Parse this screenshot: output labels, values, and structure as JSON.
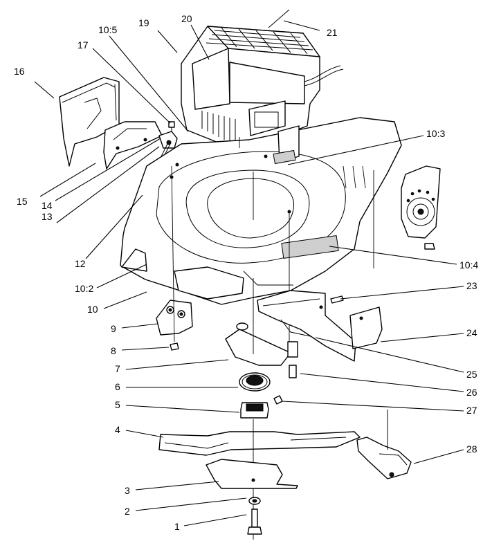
{
  "callouts": [
    {
      "id": "1",
      "label": "1"
    },
    {
      "id": "2",
      "label": "2"
    },
    {
      "id": "3",
      "label": "3"
    },
    {
      "id": "4",
      "label": "4"
    },
    {
      "id": "5",
      "label": "5"
    },
    {
      "id": "6",
      "label": "6"
    },
    {
      "id": "7",
      "label": "7"
    },
    {
      "id": "8",
      "label": "8"
    },
    {
      "id": "9",
      "label": "9"
    },
    {
      "id": "10",
      "label": "10"
    },
    {
      "id": "10-2",
      "label": "10:2"
    },
    {
      "id": "10-3",
      "label": "10:3"
    },
    {
      "id": "10-4",
      "label": "10:4"
    },
    {
      "id": "10-5",
      "label": "10:5"
    },
    {
      "id": "12",
      "label": "12"
    },
    {
      "id": "13",
      "label": "13"
    },
    {
      "id": "14",
      "label": "14"
    },
    {
      "id": "15",
      "label": "15"
    },
    {
      "id": "16",
      "label": "16"
    },
    {
      "id": "17",
      "label": "17"
    },
    {
      "id": "19",
      "label": "19"
    },
    {
      "id": "20",
      "label": "20"
    },
    {
      "id": "21",
      "label": "21"
    },
    {
      "id": "23",
      "label": "23"
    },
    {
      "id": "24",
      "label": "24"
    },
    {
      "id": "25",
      "label": "25"
    },
    {
      "id": "26",
      "label": "26"
    },
    {
      "id": "27",
      "label": "27"
    },
    {
      "id": "28",
      "label": "28"
    }
  ]
}
